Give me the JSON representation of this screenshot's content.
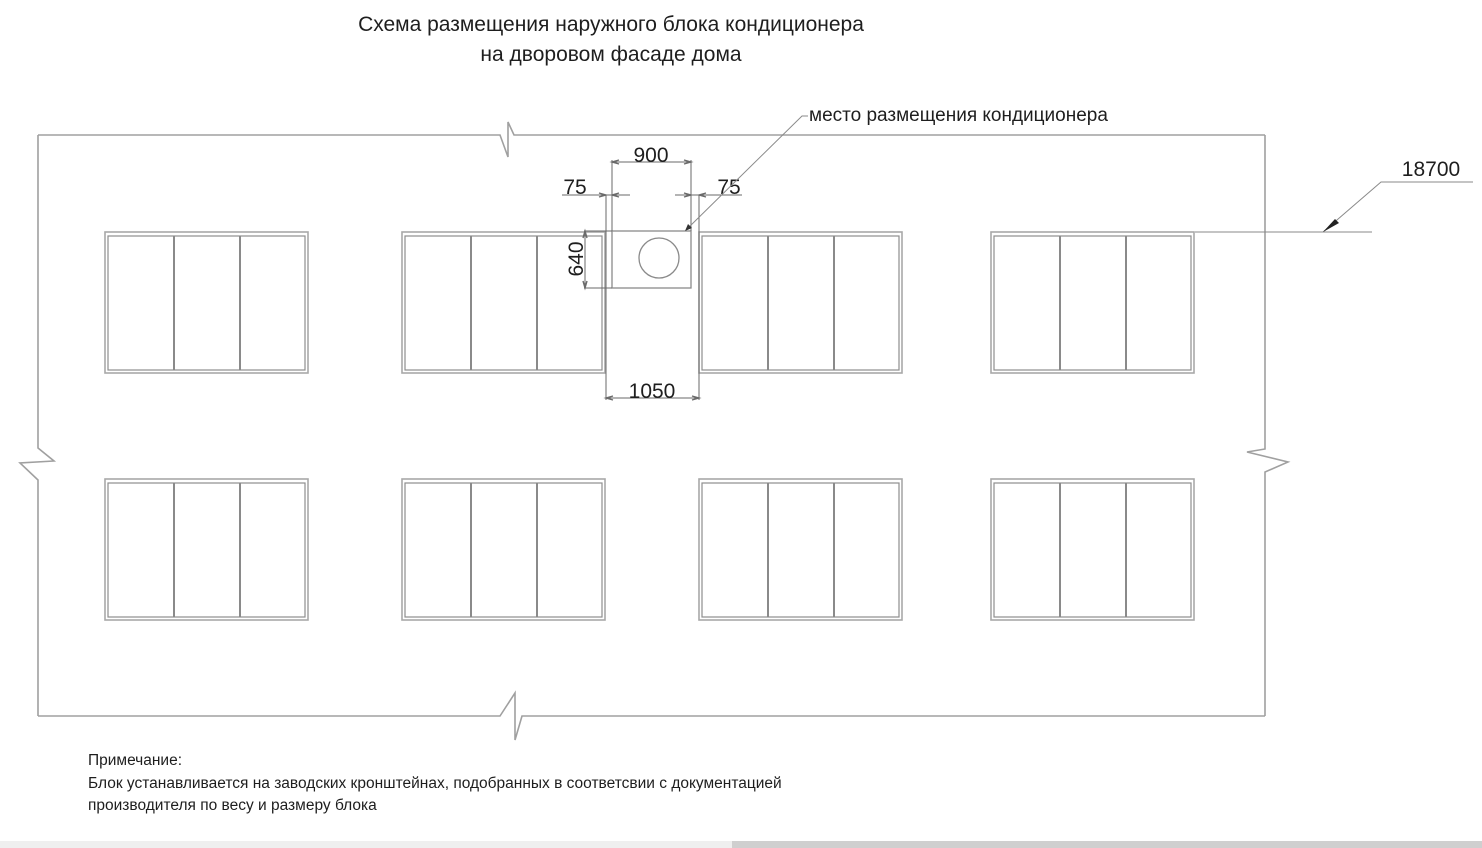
{
  "title": {
    "line1": "Схема размещения наружного блока кондиционера",
    "line2": "на дворовом фасаде дома"
  },
  "annotations": {
    "placement_label": "место размещения кондиционера",
    "level_mark": "18700"
  },
  "dimensions": {
    "unit_width": "900",
    "left_offset": "75",
    "right_offset": "75",
    "unit_height": "640",
    "window_gap": "1050"
  },
  "facade": {
    "floors": 2,
    "windows_per_floor": 4,
    "panes_per_window": 3,
    "windows": [
      {
        "row": 1,
        "col": 1
      },
      {
        "row": 1,
        "col": 2
      },
      {
        "row": 1,
        "col": 3
      },
      {
        "row": 1,
        "col": 4
      },
      {
        "row": 2,
        "col": 1
      },
      {
        "row": 2,
        "col": 2
      },
      {
        "row": 2,
        "col": 3
      },
      {
        "row": 2,
        "col": 4
      }
    ]
  },
  "note": {
    "heading": "Примечание:",
    "line1": "Блок устанавливается на заводских кронштейнах, подобранных в соответсвии с документацией",
    "line2": "производителя по весу и размеру блока"
  },
  "colors": {
    "line": "#9a9a9a",
    "dim_line": "#555555",
    "text": "#1e1e1e",
    "background": "#ffffff"
  }
}
